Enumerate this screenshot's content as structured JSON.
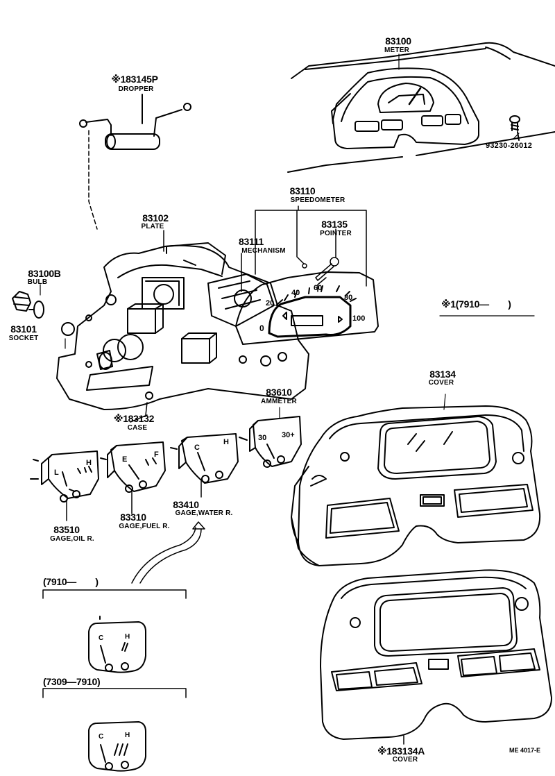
{
  "parts": [
    {
      "id": "meter",
      "number": "83100",
      "name": "METER"
    },
    {
      "id": "dropper",
      "number": "※183145P",
      "name": "DROPPER"
    },
    {
      "id": "bolt",
      "number": "93230-26012"
    },
    {
      "id": "speedometer",
      "number": "83110",
      "name": "SPEEDOMETER"
    },
    {
      "id": "plate",
      "number": "83102",
      "name": "PLATE"
    },
    {
      "id": "mechanism",
      "number": "83111",
      "name": "MECHANISM"
    },
    {
      "id": "pointer",
      "number": "83135",
      "name": "POINTER"
    },
    {
      "id": "bulb",
      "number": "83100B",
      "name": "BULB"
    },
    {
      "id": "socket",
      "number": "83101",
      "name": "SOCKET"
    },
    {
      "id": "case",
      "number": "※183132",
      "name": "CASE"
    },
    {
      "id": "cover",
      "number": "83134",
      "name": "COVER"
    },
    {
      "id": "ammeter",
      "number": "83610",
      "name": "AMMETER"
    },
    {
      "id": "gage-oil",
      "number": "83510",
      "name": "GAGE,OIL R."
    },
    {
      "id": "gage-fuel",
      "number": "83310",
      "name": "GAGE,FUEL R."
    },
    {
      "id": "gage-water",
      "number": "83410",
      "name": "GAGE,WATER R."
    },
    {
      "id": "cover-a",
      "number": "※183134A",
      "name": "COVER"
    }
  ],
  "date_ranges": {
    "note_mark": "※1(7910—　　)",
    "water_new": "(7910—　　)",
    "water_old": "(7309—7910)"
  },
  "dial": {
    "ticks": [
      "0",
      "20",
      "40",
      "60",
      "80",
      "100"
    ],
    "gauge_letters": {
      "oil_low": "L",
      "oil_high": "H",
      "fuel_empty": "E",
      "fuel_full": "F",
      "water_cold": "C",
      "water_hot": "H",
      "ammeter_minus": "30",
      "ammeter_plus": "30+"
    }
  },
  "drawing_code": "ME 4017-E"
}
